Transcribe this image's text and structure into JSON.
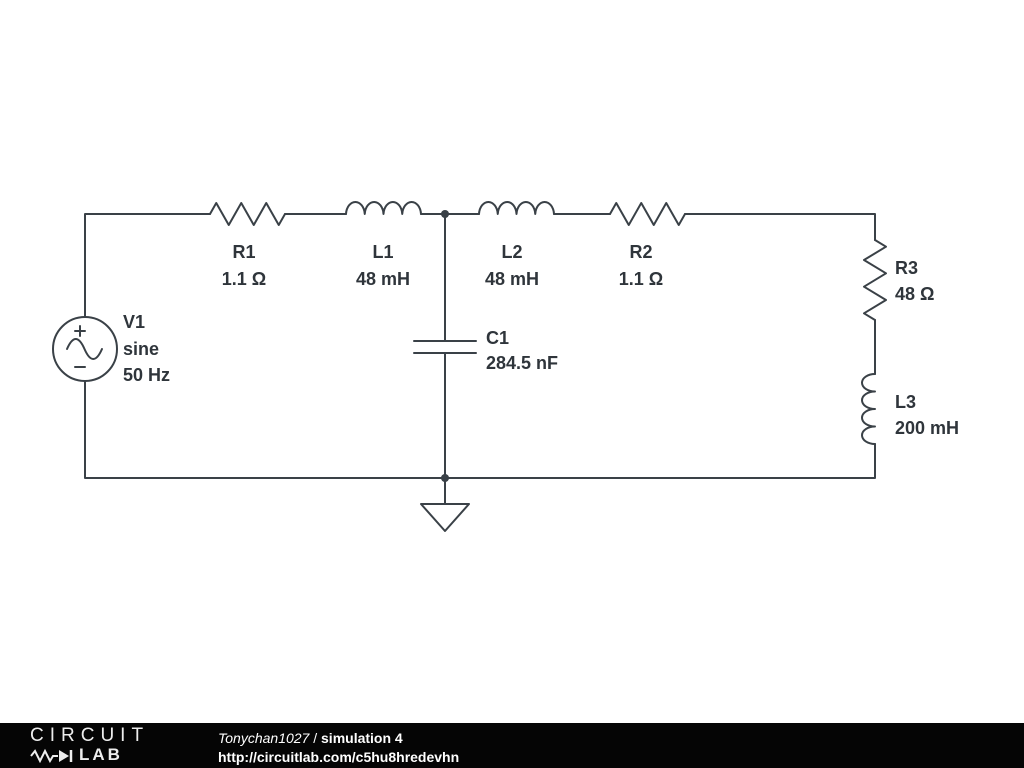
{
  "page": {
    "background": "#ffffff"
  },
  "circuit": {
    "wire_color": "#3a4147",
    "label_color": "#2f353b",
    "components": {
      "v1": {
        "ref": "V1",
        "type": "sine",
        "value": "50 Hz"
      },
      "r1": {
        "ref": "R1",
        "value": "1.1 Ω"
      },
      "l1": {
        "ref": "L1",
        "value": "48 mH"
      },
      "l2": {
        "ref": "L2",
        "value": "48 mH"
      },
      "r2": {
        "ref": "R2",
        "value": "1.1 Ω"
      },
      "c1": {
        "ref": "C1",
        "value": "284.5 nF"
      },
      "r3": {
        "ref": "R3",
        "value": "48 Ω"
      },
      "l3": {
        "ref": "L3",
        "value": "200 mH"
      }
    }
  },
  "footer": {
    "background": "#050505",
    "logo_top": "CIRCUIT",
    "logo_lab": "LAB",
    "author": "Tonychan1027",
    "separator": " / ",
    "sim_title": "simulation 4",
    "url": "http://circuitlab.com/c5hu8hredevhn"
  }
}
